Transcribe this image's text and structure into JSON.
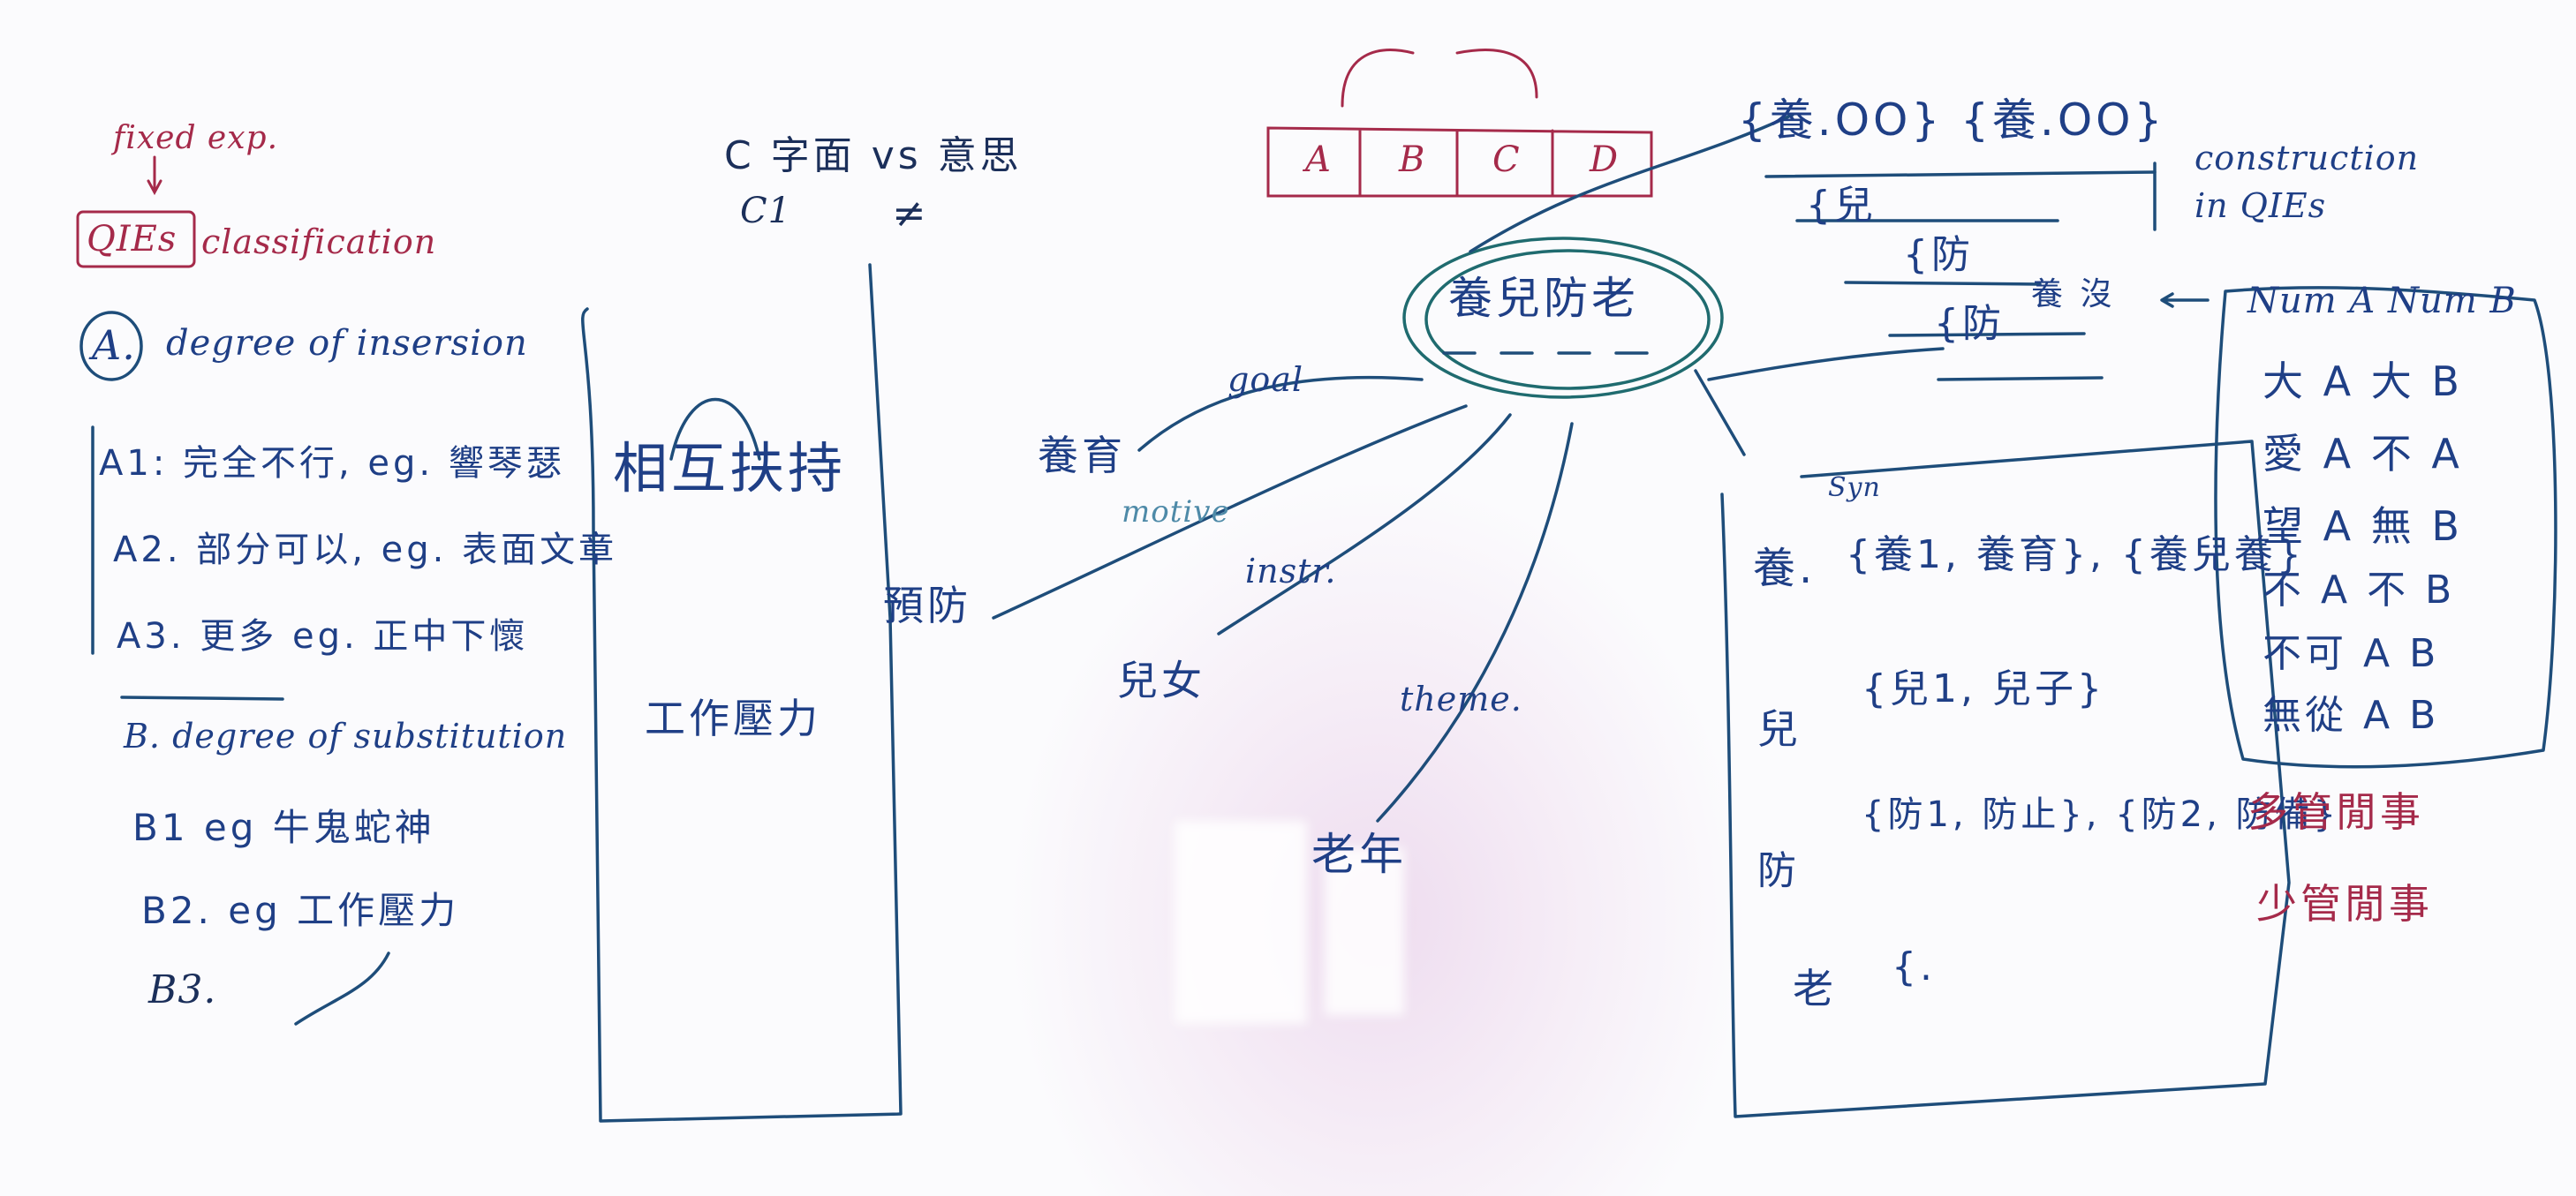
{
  "left_panel": {
    "fixed_exp": "fixed exp.",
    "title_box": "QIEs",
    "title_rest": "classification",
    "section_a": "A.",
    "section_a_title": "degree of insersion",
    "a1": "A1: 完全不行, eg. 響琴瑟",
    "a2": "A2. 部分可以, eg. 表面文章",
    "a3": "A3. 更多    eg. 正中下懷",
    "section_b": "B. degree of substitution",
    "b1": "B1 eg 牛鬼蛇神",
    "b2": "B2. eg 工作壓力",
    "b3": "B3."
  },
  "middle_panel": {
    "heading": "C 字面 vs 意思",
    "c1": "C1",
    "neq": "≠",
    "phrase1": "相互扶持",
    "phrase2": "工作壓力"
  },
  "center": {
    "boxes": [
      "A",
      "B",
      "C",
      "D"
    ],
    "core": "養兒防老",
    "goal_label": "goal",
    "goal_word": "養育",
    "motive_label": "motive",
    "prevent_word": "預防",
    "instr_label": "instr.",
    "child_word": "兒女",
    "theme_label": "theme.",
    "old_word": "老年"
  },
  "right_top": {
    "set1": "{養.OO} {養.OO}",
    "set2": "{兒",
    "set3": "{防",
    "set4": "{防",
    "set4b": "養 沒",
    "construction": "construction in QIEs"
  },
  "syn_box": {
    "syn": "Syn",
    "r1_head": "養.",
    "r1_vals": "{養1, 養育}, {養兒養}",
    "r2_head": "兒",
    "r2_vals": "{兒1, 兒子}",
    "r3_head": "防",
    "r3_vals": "{防1, 防止}, {防2, 防備}",
    "r4_head": "老",
    "r4_vals": "{."
  },
  "num_box": {
    "title": "Num A Num B",
    "rows": [
      "大 A 大 B",
      "愛 A 不 A",
      "望 A 無 B",
      "不 A 不 B",
      "不可 A B",
      "無從 A B"
    ]
  },
  "red_notes": {
    "n1": "多管閒事",
    "n2": "少管閒事"
  }
}
